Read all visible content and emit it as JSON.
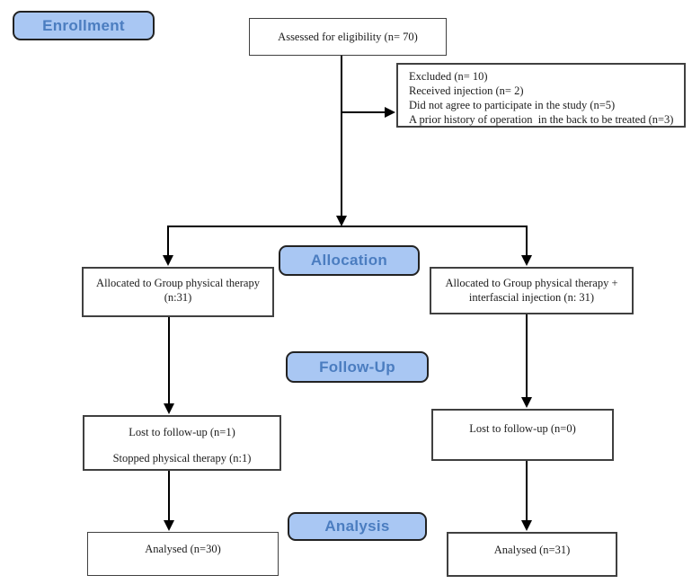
{
  "stages": {
    "enrollment": "Enrollment",
    "allocation": "Allocation",
    "follow_up": "Follow-Up",
    "analysis": "Analysis"
  },
  "boxes": {
    "assessed": {
      "text": "Assessed for eligibility (n= 70)"
    },
    "excluded": {
      "lines": [
        "Excluded (n= 10)",
        "Received injection (n= 2)",
        "Did not agree to participate in the study (n=5)",
        "A prior history of operation  in the back to be treated (n=3)"
      ]
    },
    "allocated_left": {
      "line1": "Allocated to Group physical therapy",
      "line2": "(n:31)"
    },
    "allocated_right": {
      "line1": "Allocated to Group physical therapy +",
      "line2": "interfascial injection (n: 31)"
    },
    "followup_left": {
      "line1": "Lost to follow-up (n=1)",
      "line2": "Stopped physical therapy (n:1)"
    },
    "followup_right": {
      "line1": "Lost to follow-up (n=0)"
    },
    "analysed_left": {
      "text": "Analysed (n=30)"
    },
    "analysed_right": {
      "text": "Analysed (n=31)"
    }
  },
  "colors": {
    "stage_fill": "#a9c7f3",
    "stage_text": "#4b7dc0",
    "stage_border": "#222222",
    "box_border": "#404040",
    "arrow": "#000000",
    "background": "#ffffff"
  }
}
